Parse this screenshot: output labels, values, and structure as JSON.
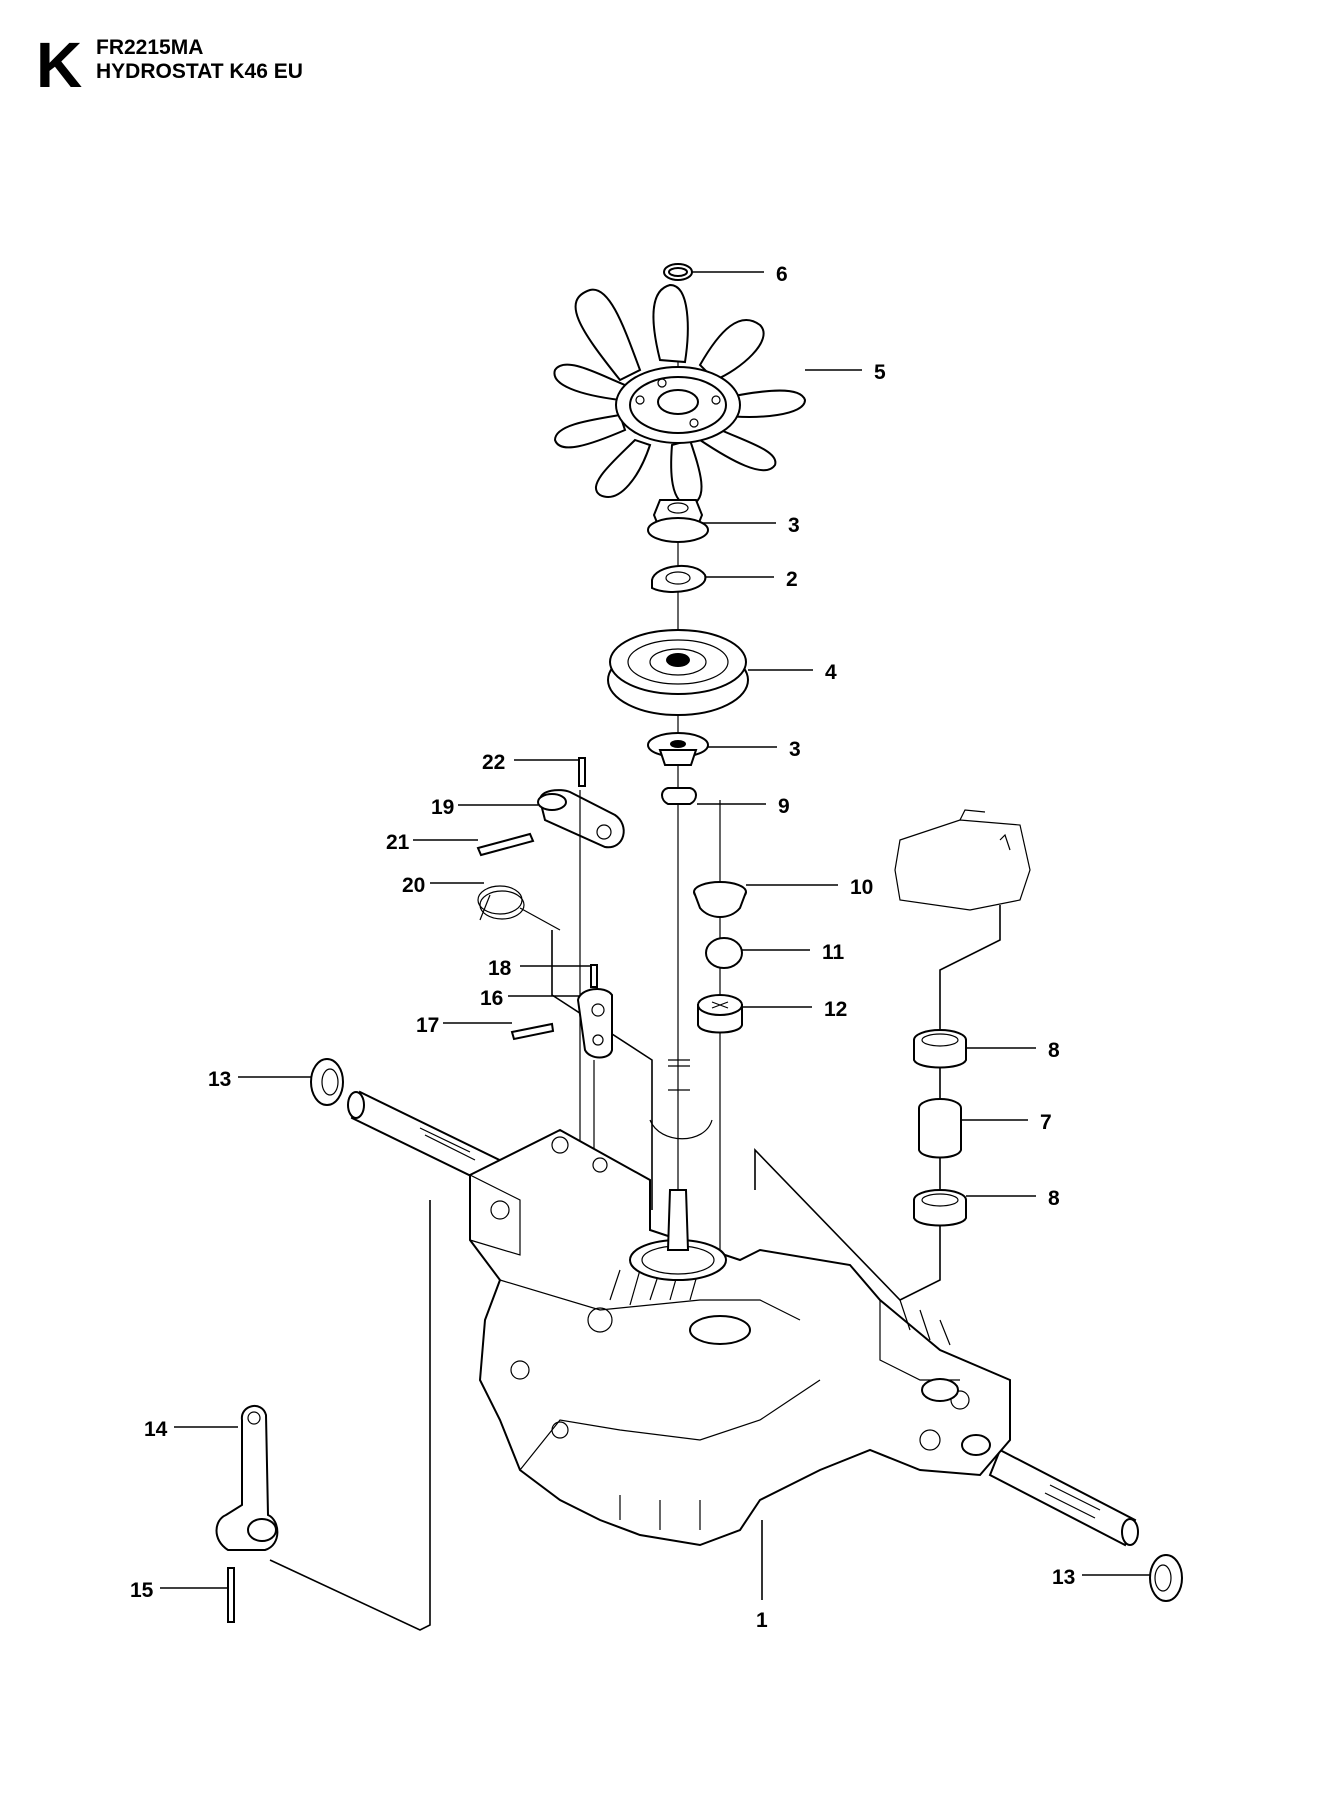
{
  "header": {
    "section_letter": "K",
    "model_code": "FR2215MA",
    "model_name": "HYDROSTAT K46 EU"
  },
  "callouts": [
    "6",
    "5",
    "3",
    "2",
    "4",
    "3",
    "9",
    "22",
    "19",
    "21",
    "20",
    "10",
    "11",
    "12",
    "18",
    "16",
    "17",
    "13",
    "8",
    "7",
    "8",
    "14",
    "15",
    "1",
    "13"
  ]
}
